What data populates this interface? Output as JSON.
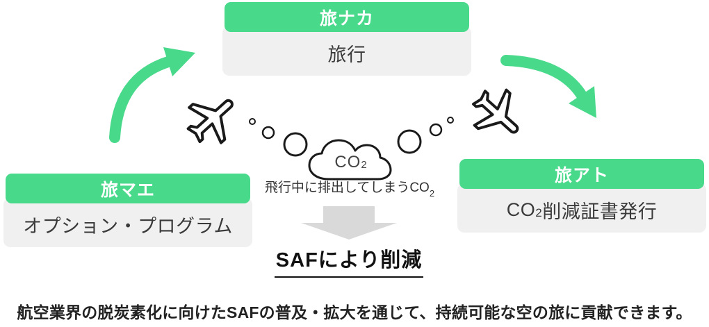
{
  "colors": {
    "accent_green": "#48d98b",
    "card_body_bg": "#f0f0f0",
    "down_arrow_gray": "#d9d9d9",
    "body_text": "#3a3a3a",
    "header_text": "#ffffff",
    "outline_black": "#1a1a1a"
  },
  "cards": {
    "naka": {
      "header": "旅ナカ",
      "body": "旅行"
    },
    "mae": {
      "header": "旅マエ",
      "body": "オプション・プログラム"
    },
    "ato": {
      "header": "旅アト",
      "body_prefix": "CO",
      "body_sub": "2",
      "body_suffix": "削減証書発行"
    }
  },
  "cloud": {
    "label_prefix": "CO",
    "label_sub": "2"
  },
  "emission_caption": {
    "prefix": "飛行中に排出してしまうCO",
    "sub": "2"
  },
  "saf_label": "SAFにより削減",
  "footer": "航空業界の脱炭素化に向けたSAFの普及・拡大を通じて、持続可能な空の旅に貢献できます。",
  "icons": [
    "ascending-curved-arrow-icon",
    "descending-curved-arrow-icon",
    "airplane-takeoff-icon",
    "airplane-landing-icon",
    "co2-bubbles-icon",
    "co2-cloud-icon",
    "down-block-arrow-icon"
  ]
}
